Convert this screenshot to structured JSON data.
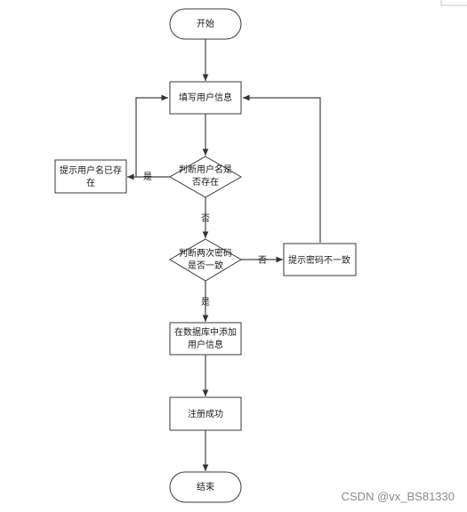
{
  "flowchart": {
    "nodes": {
      "start": {
        "text": "开始"
      },
      "fill_info": {
        "text": "填写用户信息"
      },
      "check_username": {
        "line1": "判断用户名是",
        "line2": "否存在"
      },
      "prompt_exists": {
        "line1": "提示用户名已存",
        "line2": "在"
      },
      "check_passwords": {
        "line1": "判断两次密码",
        "line2": "是否一致"
      },
      "prompt_mismatch": {
        "text": "提示密码不一致"
      },
      "add_db": {
        "line1": "在数据库中添加",
        "line2": "用户信息"
      },
      "success": {
        "text": "注册成功"
      },
      "end": {
        "text": "结束"
      }
    },
    "edge_labels": {
      "username_yes": "是",
      "username_no": "否",
      "password_no": "否",
      "password_yes": "是"
    }
  },
  "watermark": "CSDN @vx_BS81330"
}
